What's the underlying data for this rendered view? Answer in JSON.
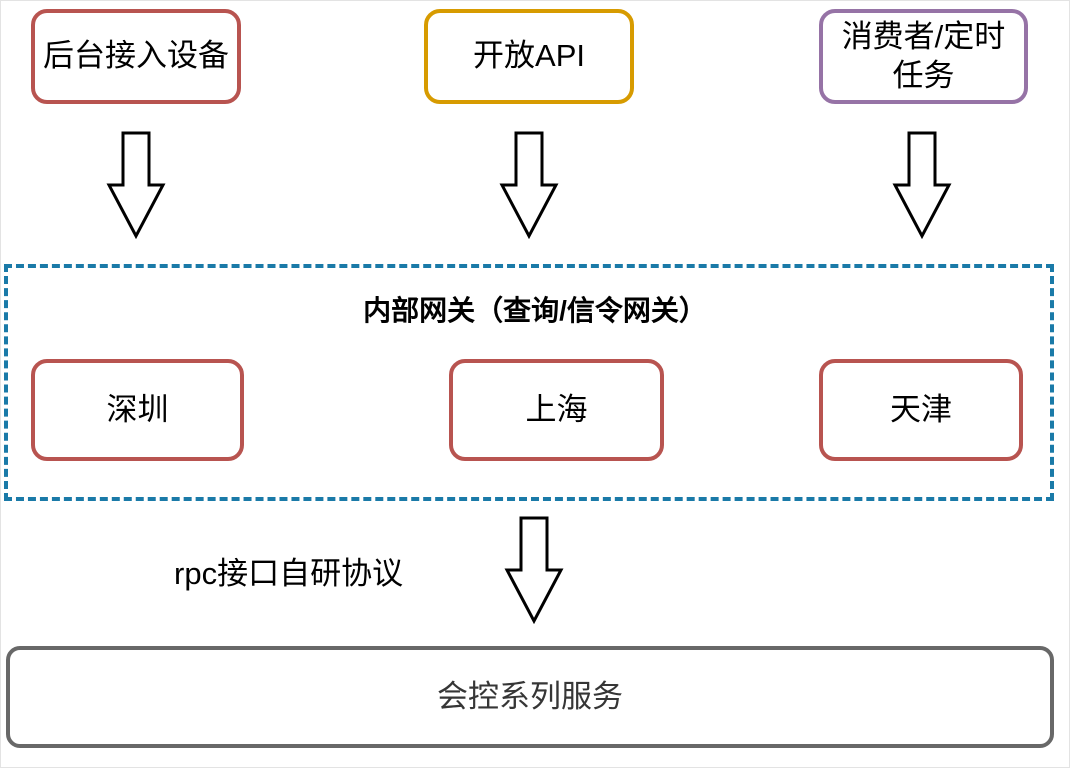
{
  "diagram": {
    "sources": [
      {
        "label": "后台接入设备",
        "border_color": "#b85450"
      },
      {
        "label": "开放API",
        "border_color": "#d79b00"
      },
      {
        "label": "消费者/定时任务",
        "border_color": "#9673a6"
      }
    ],
    "gateway": {
      "title": "内部网关（查询/信令网关）",
      "border_color": "#1a7aa8",
      "regions": [
        {
          "label": "深圳",
          "border_color": "#b85450"
        },
        {
          "label": "上海",
          "border_color": "#b85450"
        },
        {
          "label": "天津",
          "border_color": "#b85450"
        }
      ]
    },
    "rpc_label": "rpc接口自研协议",
    "bottom": {
      "label": "会控系列服务",
      "border_color": "#686868"
    },
    "arrow_color": "#000000"
  }
}
